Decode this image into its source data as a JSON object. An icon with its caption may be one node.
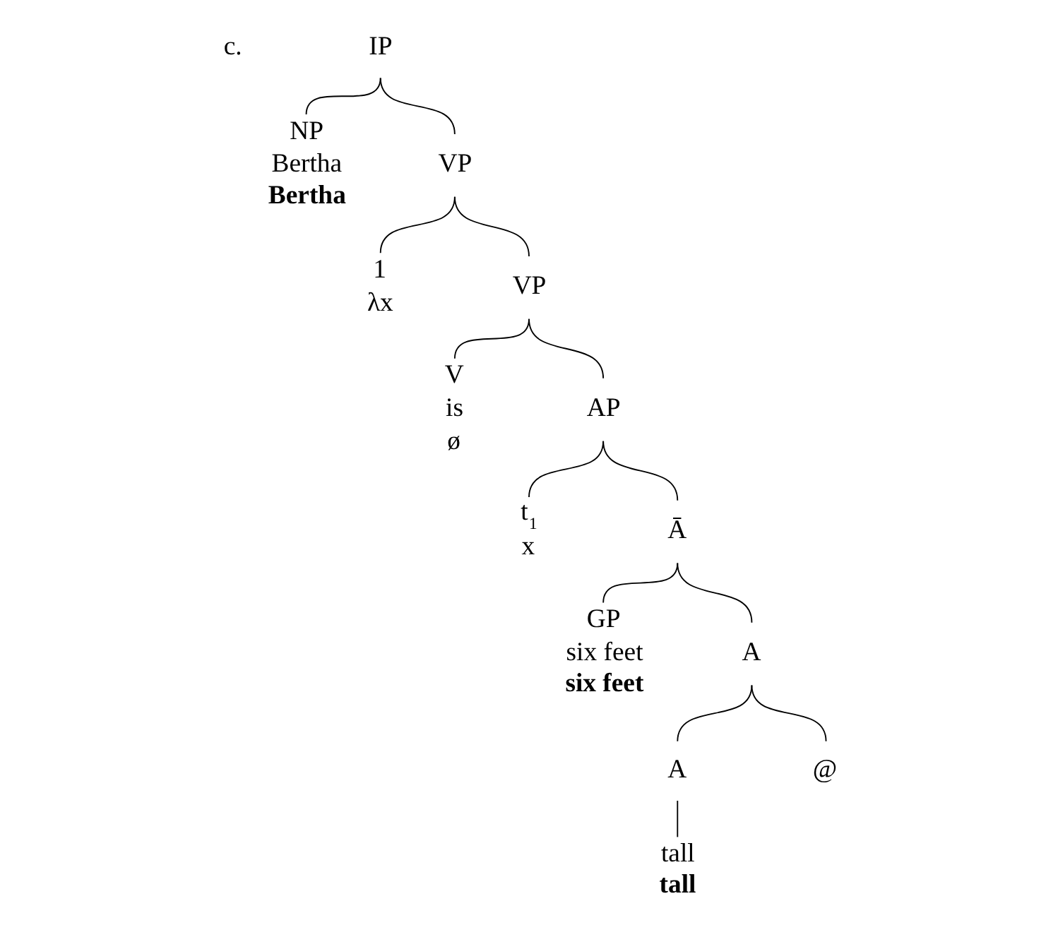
{
  "diagram": {
    "nodes": [
      {
        "text": [
          "IP"
        ]
      },
      {
        "text": [
          "NP",
          "Bertha",
          "Bertha"
        ]
      },
      {
        "text": [
          "VP"
        ]
      },
      {
        "text": [
          "1",
          "λx"
        ]
      },
      {
        "text": [
          "VP"
        ]
      },
      {
        "text": [
          "V",
          "is",
          "ø"
        ]
      },
      {
        "text": [
          "AP"
        ]
      },
      {
        "text": [
          "t$_{1}$",
          "x"
        ]
      },
      {
        "text": [
          "Ā"
        ]
      },
      {
        "text": [
          "GP",
          "six feet",
          "six feet"
        ]
      },
      {
        "text": [
          "A"
        ]
      },
      {
        "text": [
          "A"
        ]
      },
      {
        "text": [
          "@"
        ]
      },
      {
        "text": [
          "tall",
          "tall"
        ]
      }
    ],
    "edges": [
      {
        "from": 0,
        "to": 1,
        "arrow": "none"
      },
      {
        "from": 0,
        "to": 2,
        "arrow": "none"
      },
      {
        "from": 2,
        "to": 3,
        "arrow": "none"
      },
      {
        "from": 2,
        "to": 4,
        "arrow": "none"
      },
      {
        "from": 4,
        "to": 5,
        "arrow": "none"
      },
      {
        "from": 4,
        "to": 6,
        "arrow": "none"
      },
      {
        "from": 6,
        "to": 7,
        "arrow": "none"
      },
      {
        "from": 6,
        "to": 8,
        "arrow": "none"
      },
      {
        "from": 8,
        "to": 9,
        "arrow": "none"
      },
      {
        "from": 8,
        "to": 10,
        "arrow": "none"
      },
      {
        "from": 10,
        "to": 11,
        "arrow": "none"
      },
      {
        "from": 10,
        "to": 12,
        "arrow": "none"
      },
      {
        "from": 11,
        "to": 13,
        "arrow": "none"
      }
    ],
    "labels": [
      "c."
    ]
  }
}
